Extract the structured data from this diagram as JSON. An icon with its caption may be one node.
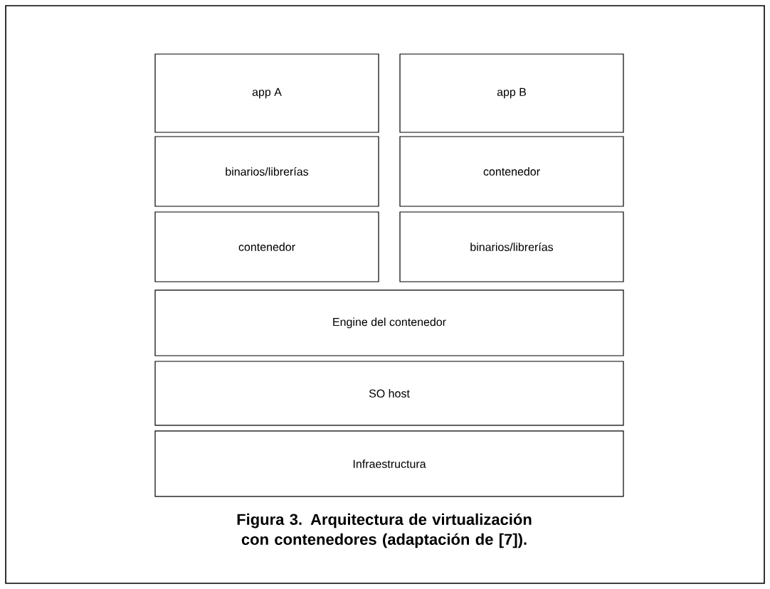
{
  "diagram": {
    "caption": "Figura 3.  Arquitectura de virtualización con contenedores (adaptación de [7]).",
    "nodes": [
      {
        "text": [
          "app A"
        ]
      },
      {
        "text": [
          "app B"
        ]
      },
      {
        "text": [
          "binarios/librerías"
        ]
      },
      {
        "text": [
          "contenedor"
        ]
      },
      {
        "text": [
          "contenedor"
        ]
      },
      {
        "text": [
          "binarios/librerías"
        ]
      },
      {
        "text": [
          "Engine del contenedor"
        ]
      },
      {
        "text": [
          "SO host"
        ]
      },
      {
        "text": [
          "Infraestructura"
        ]
      }
    ]
  }
}
